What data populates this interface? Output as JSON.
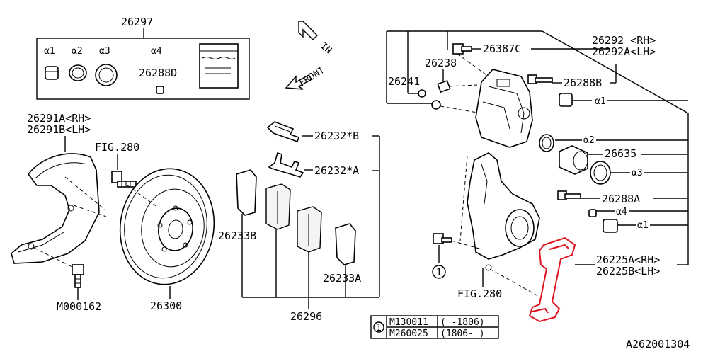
{
  "diagram_id": "A262001304",
  "kit_top": {
    "number": "26297",
    "items": [
      "α1",
      "α2",
      "α3",
      "α4",
      "26288D"
    ]
  },
  "arrows": {
    "in": "IN",
    "front": "FRONT"
  },
  "shield": {
    "rh": "26291A<RH>",
    "lh": "26291B<LH>",
    "bolt": "M000162"
  },
  "fig_ref": "FIG.280",
  "disc": "26300",
  "pad_parts": {
    "clip_b": "26232*B",
    "clip_a": "26232*A",
    "shim_b": "26233B",
    "shim_a": "26233A",
    "pad_kit": "26296"
  },
  "caliper_parts": {
    "bolt_c": "26387C",
    "nipple": "26238",
    "cap": "26241",
    "body_rh": "26292 <RH>",
    "body_lh": "26292A<LH>",
    "pin_b": "26288B",
    "a1": "α1",
    "a2": "α2",
    "piston": "26635",
    "a3": "α3",
    "pin_a": "26288A",
    "a4": "α4",
    "support_rh": "26225A<RH>",
    "support_lh": "26225B<LH>",
    "callout": "1"
  },
  "legend": {
    "num": "1",
    "rows": [
      {
        "code": "M130011",
        "range": "( -1806)"
      },
      {
        "code": "M260025",
        "range": "(1806- )"
      }
    ]
  },
  "colors": {
    "highlight": "#e0141e",
    "ink": "#000000"
  }
}
